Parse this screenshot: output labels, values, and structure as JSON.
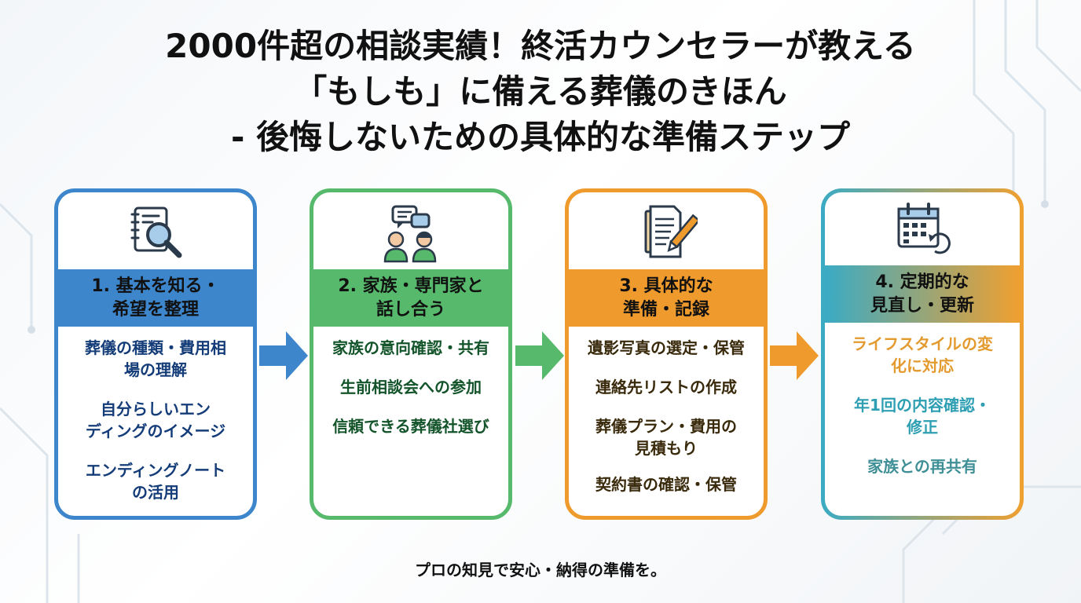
{
  "title": {
    "line1": "2000件超の相談実績！終活カウンセラーが教える",
    "line2": "「もしも」に備える葬儀のきほん",
    "line3": "- 後悔しないための具体的な準備ステップ"
  },
  "steps": [
    {
      "header": "1. 基本を知る・\n希望を整理",
      "icon": "magnifier-notebook-icon",
      "items": [
        "葬儀の種類・費用相\n場の理解",
        "自分らしいエン\nディングのイメージ",
        "エンディングノート\nの活用"
      ]
    },
    {
      "header": "2. 家族・専門家と\n話し合う",
      "icon": "people-chat-icon",
      "items": [
        "家族の意向確認・共有",
        "生前相談会への参加",
        "信頼できる葬儀社選び"
      ]
    },
    {
      "header": "3. 具体的な\n準備・記録",
      "icon": "document-pen-icon",
      "items": [
        "遺影写真の選定・保管",
        "連絡先リストの作成",
        "葬儀プラン・費用の\n見積もり",
        "契約書の確認・保管"
      ]
    },
    {
      "header": "4. 定期的な\n見直し・更新",
      "icon": "calendar-refresh-icon",
      "items": [
        "ライフスタイルの変\n化に対応",
        "年1回の内容確認・\n修正",
        "家族との再共有"
      ]
    }
  ],
  "item_colors": [
    "#e39a2e",
    "#2e9fb3",
    "#3f8f96"
  ],
  "footer": "プロの知見で安心・納得の準備を。"
}
